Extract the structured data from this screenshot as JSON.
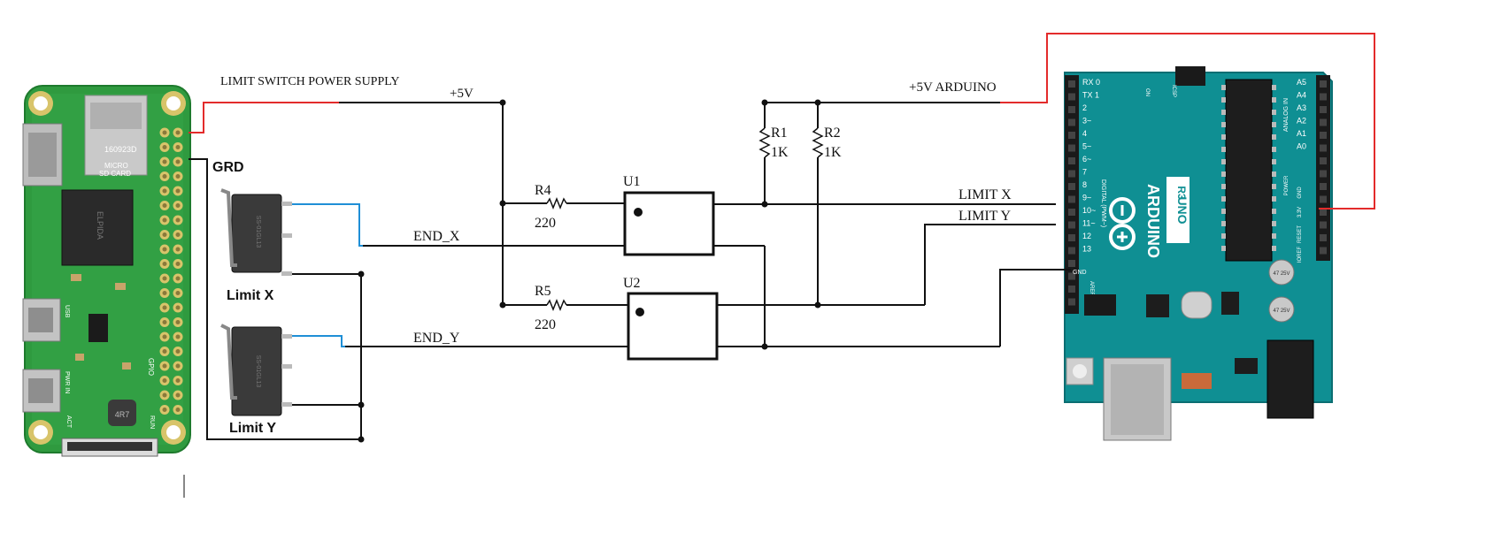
{
  "labels": {
    "power_supply": "LIMIT  SWITCH  POWER  SUPPLY",
    "plus5v_left": "+5V",
    "plus5v_right": "+5V    ARDUINO",
    "grd": "GRD",
    "limit_x_switch": "Limit X",
    "limit_y_switch": "Limit Y",
    "end_x": "END_X",
    "end_y": "END_Y",
    "limit_x_net": "LIMIT  X",
    "limit_y_net": "LIMIT  Y"
  },
  "components": {
    "r4": {
      "ref": "R4",
      "value": "220"
    },
    "r5": {
      "ref": "R5",
      "value": "220"
    },
    "r1": {
      "ref": "R1",
      "value": "1K"
    },
    "r2": {
      "ref": "R2",
      "value": "1K"
    },
    "u1": {
      "ref": "U1"
    },
    "u2": {
      "ref": "U2"
    }
  },
  "pi_board": {
    "sd_text": "MICRO\nSD CARD",
    "chip_code": "160923D",
    "usb_label": "USB",
    "pwr_label": "PWR IN",
    "act_label": "ACT",
    "gpio_label": "GPIO",
    "run_label": "RUN",
    "inductor_label": "4R7",
    "chip_brand": "ELPIDA"
  },
  "arduino_board": {
    "brand": "ARDUINO",
    "model": "UNO",
    "rev": "R3",
    "digital_label": "DIGITAL (PWM~)",
    "analog_label": "ANALOG IN",
    "power_label": "POWER",
    "ioref": "IOREF",
    "reset": "RESET",
    "v33": "3.3V",
    "gnd": "GND",
    "aref": "AREF",
    "on": "ON",
    "tx": "TX",
    "rx": "RX",
    "icsp": "ICSP",
    "cap_label": "47 25V",
    "digital_pins": [
      "RX 0",
      "TX 1",
      "2",
      "3~",
      "4",
      "5~",
      "6~",
      "7",
      "8",
      "9~",
      "10~",
      "11~",
      "12",
      "13"
    ],
    "analog_pins": [
      "A5",
      "A4",
      "A3",
      "A2",
      "A1",
      "A0"
    ]
  },
  "switch_text": "SS-01GL13",
  "colors": {
    "wire": "#111111",
    "red_wire": "#e32b2b",
    "blue_wire": "#1f8fd6",
    "pi_green": "#2f9a3f",
    "arduino_teal": "#0f8f93"
  }
}
